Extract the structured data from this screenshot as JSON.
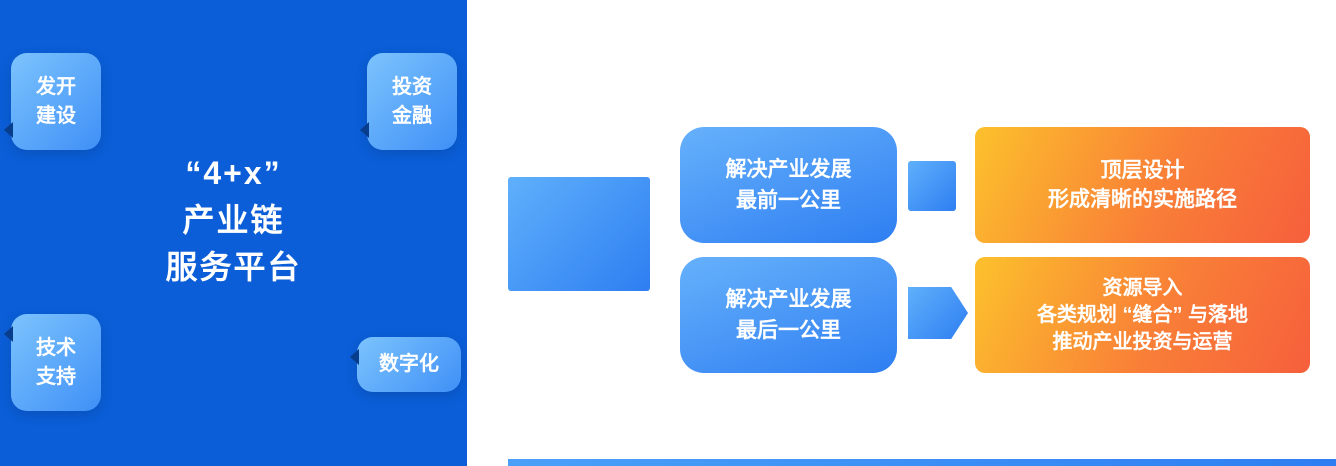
{
  "colors": {
    "panel_blue": "#0b5ed7",
    "badge_gradient_start": "#7cc3fd",
    "badge_gradient_end": "#3f90f7",
    "box_blue_start": "#66b1fb",
    "box_blue_end": "#2e7ef2",
    "orange_start": "#fcc12c",
    "orange_end": "#f65f3c",
    "text_white": "#ffffff"
  },
  "left_panel": {
    "title": {
      "line1": "“4+x”",
      "line2": "产业链",
      "line3": "服务平台"
    },
    "badges": {
      "top_left": {
        "line1": "发开",
        "line2": "建设"
      },
      "top_right": {
        "line1": "投资",
        "line2": "金融"
      },
      "bottom_left": {
        "line1": "技术",
        "line2": "支持"
      },
      "bottom_right": {
        "line1": "数字化"
      }
    }
  },
  "flow": {
    "row1": {
      "source": {
        "line1": "解决产业发展",
        "line2": "最前一公里"
      },
      "result": {
        "line1": "顶层设计",
        "line2": "形成清晰的实施路径"
      }
    },
    "row2": {
      "source": {
        "line1": "解决产业发展",
        "line2": "最后一公里"
      },
      "result": {
        "line1": "资源导入",
        "line2": "各类规划 “缝合” 与落地",
        "line3": "推动产业投资与运营"
      }
    }
  }
}
